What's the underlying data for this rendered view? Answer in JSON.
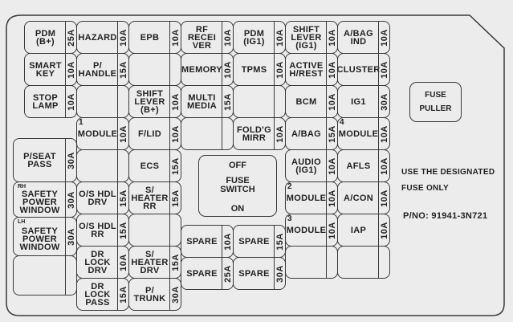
{
  "fuses": [
    {
      "label": "PDM\n(B+)",
      "amp": "25A"
    },
    {
      "label": "SMART\nKEY",
      "amp": "10A"
    },
    {
      "label": "STOP\nLAMP",
      "amp": "10A"
    },
    {
      "label": "HAZARD",
      "amp": "10A"
    },
    {
      "label": "P/\nHANDLE",
      "amp": "15A"
    },
    {
      "label": "",
      "amp": ""
    },
    {
      "label": "MODULE",
      "amp": "10A",
      "num": "1"
    },
    {
      "label": "",
      "amp": ""
    },
    {
      "label": "O/S HDL\nDRV",
      "amp": "15A"
    },
    {
      "label": "O/S HDL\nRR",
      "amp": "15A"
    },
    {
      "label": "DR\nLOCK\nDRV",
      "amp": "10A"
    },
    {
      "label": "DR\nLOCK\nPASS",
      "amp": "15A"
    },
    {
      "label": "EPB",
      "amp": "10A"
    },
    {
      "label": "",
      "amp": ""
    },
    {
      "label": "SHIFT\nLEVER\n(B+)",
      "amp": "10A"
    },
    {
      "label": "F/LID",
      "amp": "10A"
    },
    {
      "label": "ECS",
      "amp": "15A"
    },
    {
      "label": "S/\nHEATER\nRR",
      "amp": "15A"
    },
    {
      "label": "",
      "amp": ""
    },
    {
      "label": "S/\nHEATER\nDRV",
      "amp": "15A"
    },
    {
      "label": "P/\nTRUNK",
      "amp": "30A"
    },
    {
      "label": "RF\nRECEI\nVER",
      "amp": "10A"
    },
    {
      "label": "MEMORY",
      "amp": "10A"
    },
    {
      "label": "MULTI\nMEDIA",
      "amp": "15A"
    },
    {
      "label": "",
      "amp": ""
    },
    {
      "label": "PDM\n(IG1)",
      "amp": "10A"
    },
    {
      "label": "TPMS",
      "amp": "10A"
    },
    {
      "label": "",
      "amp": ""
    },
    {
      "label": "FOLD'G\nMIRR",
      "amp": "10A"
    },
    {
      "label": "SHIFT\nLEVER\n(IG1)",
      "amp": "10A"
    },
    {
      "label": "ACTIVE\nH/REST",
      "amp": "10A"
    },
    {
      "label": "BCM",
      "amp": "10A"
    },
    {
      "label": "A/BAG",
      "amp": "15A"
    },
    {
      "label": "AUDIO\n(IG1)",
      "amp": "10A"
    },
    {
      "label": "MODULE",
      "amp": "10A",
      "num": "2"
    },
    {
      "label": "MODULE",
      "amp": "10A",
      "num": "3"
    },
    {
      "label": "",
      "amp": ""
    },
    {
      "label": "A/BAG\nIND",
      "amp": "10A"
    },
    {
      "label": "CLUSTER",
      "amp": "10A"
    },
    {
      "label": "IG1",
      "amp": "30A"
    },
    {
      "label": "MODULE",
      "amp": "10A",
      "num": "4"
    },
    {
      "label": "AFLS",
      "amp": "10A"
    },
    {
      "label": "A/CON",
      "amp": "10A"
    },
    {
      "label": "IAP",
      "amp": "10A"
    },
    {
      "label": "",
      "amp": ""
    },
    {
      "label": "SPARE",
      "amp": "10A"
    },
    {
      "label": "SPARE",
      "amp": "25A"
    },
    {
      "label": "SPARE",
      "amp": "15A"
    },
    {
      "label": "SPARE",
      "amp": "30A"
    },
    {
      "label": "P/SEAT\nPASS",
      "amp": "30A"
    },
    {
      "label": "SAFETY\nPOWER\nWINDOW",
      "amp": "30A",
      "prefix": "RH"
    },
    {
      "label": "SAFETY\nPOWER\nWINDOW",
      "amp": "30A",
      "prefix": "LH"
    },
    {
      "label": "",
      "amp": ""
    }
  ],
  "fuse_switch": {
    "off": "OFF",
    "title": "FUSE\nSWITCH",
    "on": "ON"
  },
  "fuse_puller": "FUSE\nPULLER",
  "notes": {
    "line1": "USE THE DESIGNATED",
    "line2": "FUSE ONLY",
    "part_no": "P/NO: 91941-3N721"
  }
}
